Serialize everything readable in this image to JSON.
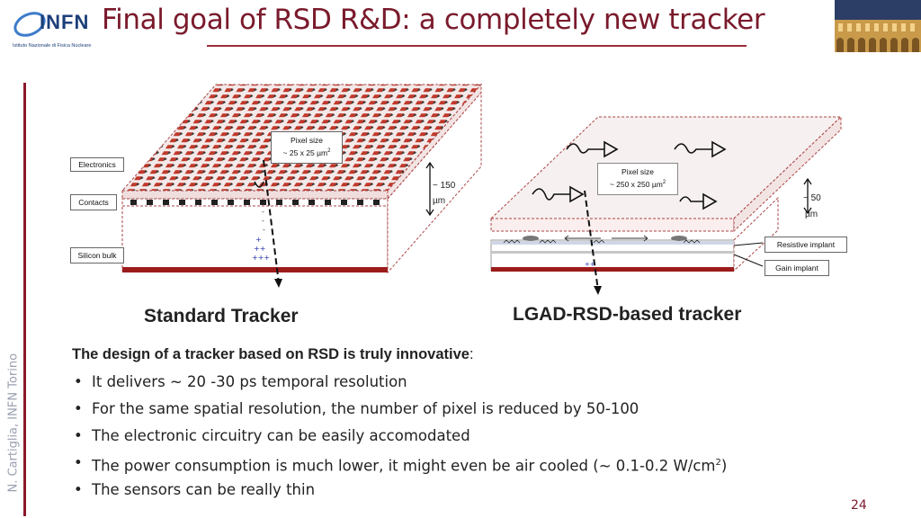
{
  "header": {
    "logo_text": "INFN",
    "logo_subtext": "Istituto Nazionale di Fisica Nucleare",
    "title": "Final goal of RSD R&D: a completely new tracker"
  },
  "sidebar": {
    "author": "N. Cartiglia, INFN Torino"
  },
  "standard_diagram": {
    "pixel_size_label": "Pixel size",
    "pixel_size_value": "~ 25 x 25 µm",
    "pixel_size_exp": "2",
    "thickness_value": "~ 150",
    "thickness_unit": "µm",
    "labels": {
      "electronics": "Electronics",
      "contacts": "Contacts",
      "silicon_bulk": "Silicon bulk"
    },
    "charges": {
      "neg": "-",
      "pos1": "+",
      "pos2": "++",
      "pos3": "+++"
    },
    "caption": "Standard Tracker"
  },
  "rsd_diagram": {
    "pixel_size_label": "Pixel size",
    "pixel_size_value": "~ 250 x 250 µm",
    "pixel_size_exp": "2",
    "thickness_value": "~ 50",
    "thickness_unit": "µm",
    "labels": {
      "resistive_implant": "Resistive implant",
      "gain_implant": "Gain implant"
    },
    "charges": {
      "pos": "++"
    },
    "caption": "LGAD-RSD-based tracker"
  },
  "text": {
    "intro_bold": "The design of a tracker based on RSD is truly innovative",
    "intro_tail": ":",
    "bullet_glyph": "•",
    "bullets": [
      "It delivers ~ 20 -30 ps temporal resolution",
      "For the same spatial resolution, the number of pixel is reduced by 50-100",
      "The electronic circuitry can be easily accomodated",
      "The power consumption is much lower, it might even be air cooled (~ 0.1-0.2 W/cm",
      "The sensors can be really thin"
    ],
    "bullet4_exp": "2",
    "bullet4_tail": ")"
  },
  "page_number": "24",
  "colors": {
    "title": "#7a1a2c",
    "accent_bar": "#8b1a2a",
    "bulk_bottom": "#9b1b1b",
    "chip_red": "#c0392b"
  }
}
